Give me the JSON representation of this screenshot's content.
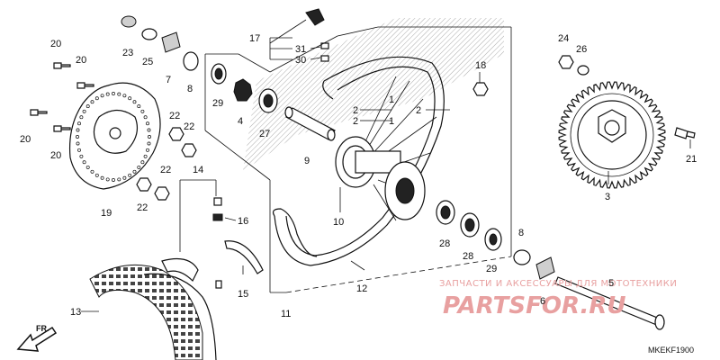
{
  "diagram_code": "MKEKF1900",
  "direction_label": "FR.",
  "watermark": {
    "line1": "ЗАПЧАСТИ И АКСЕССУАРЫ ДЛЯ МОТОТЕХНИКИ",
    "line2": "PARTSFOR.RU",
    "color": "#e8a0a0"
  },
  "callouts": {
    "c1a": "1",
    "c1b": "1",
    "c2a": "2",
    "c2b": "2",
    "c2c": "2",
    "c3": "3",
    "c4": "4",
    "c5": "5",
    "c6": "6",
    "c7": "7",
    "c8a": "8",
    "c8b": "8",
    "c9": "9",
    "c10": "10",
    "c11": "11",
    "c12": "12",
    "c13": "13",
    "c14": "14",
    "c15": "15",
    "c16": "16",
    "c17": "17",
    "c18": "18",
    "c19": "19",
    "c20a": "20",
    "c20b": "20",
    "c20c": "20",
    "c20d": "20",
    "c21": "21",
    "c22a": "22",
    "c22b": "22",
    "c22c": "22",
    "c22d": "22",
    "c23": "23",
    "c24": "24",
    "c25": "25",
    "c26": "26",
    "c27": "27",
    "c28a": "28",
    "c28b": "28",
    "c29a": "29",
    "c29b": "29",
    "c30": "30",
    "c31": "31"
  }
}
